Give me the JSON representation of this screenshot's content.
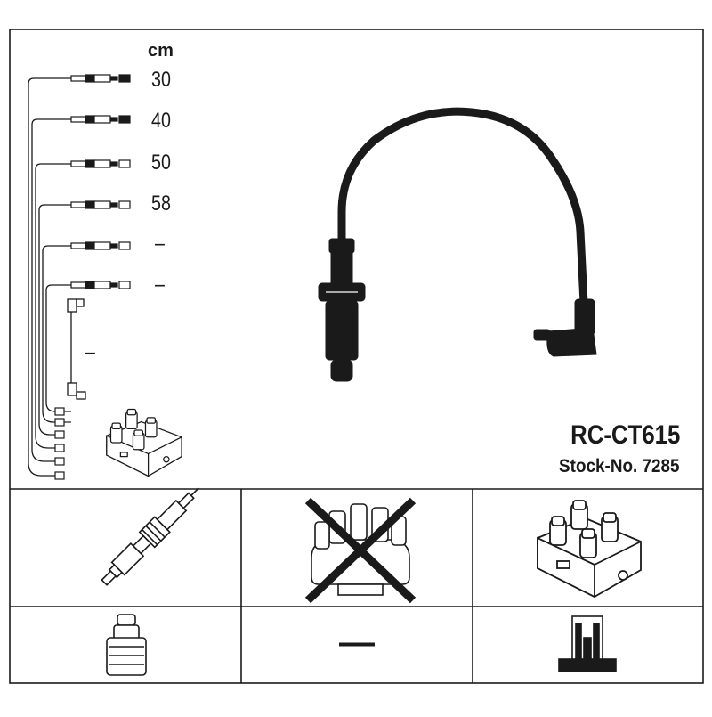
{
  "legend": {
    "unit": "cm",
    "lengths": [
      "30",
      "40",
      "50",
      "58",
      "–",
      "–"
    ],
    "coil_lead_length": "–"
  },
  "product": {
    "part_number": "RC-CT615",
    "stock_number": "Stock-No. 7285"
  },
  "compatibility": {
    "cells": [
      {
        "name": "spark-plug",
        "excluded": false
      },
      {
        "name": "distributor-cap",
        "excluded": true
      },
      {
        "name": "ignition-coil",
        "excluded": false
      },
      {
        "name": "plug-terminal",
        "excluded": false
      },
      {
        "name": "none",
        "symbol": "—"
      },
      {
        "name": "coil-terminal",
        "excluded": false
      }
    ]
  }
}
